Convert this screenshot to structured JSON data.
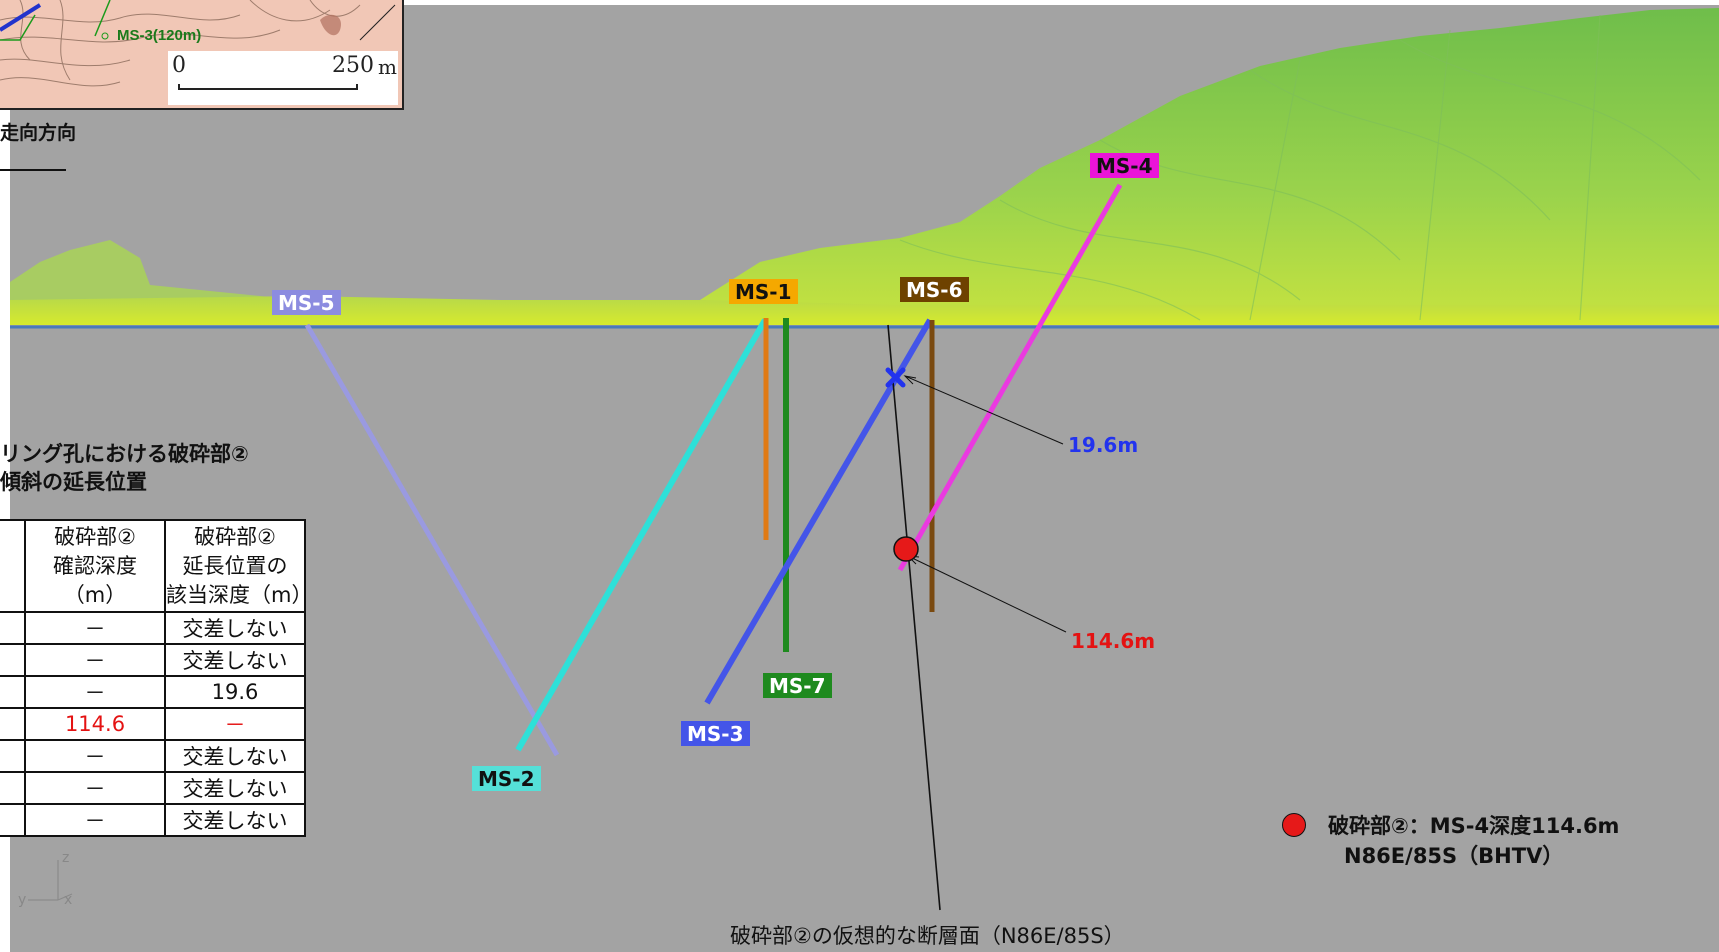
{
  "map_inset": {
    "well_label": "MS-3(120m)",
    "scale_zero": "0",
    "scale_max": "250",
    "scale_unit": "m"
  },
  "strike_label": "走向方向",
  "table": {
    "title_line1": "リング孔における破砕部②",
    "title_line2": "傾斜の延長位置",
    "headers": [
      "",
      "破砕部②\n確認深度\n（m）",
      "破砕部②\n延長位置の\n該当深度（m）"
    ],
    "rows": [
      [
        "",
        "－",
        "交差しない"
      ],
      [
        "",
        "－",
        "交差しない"
      ],
      [
        "",
        "－",
        "19.6"
      ],
      [
        "",
        "114.6",
        "－"
      ],
      [
        "",
        "－",
        "交差しない"
      ],
      [
        "",
        "－",
        "交差しない"
      ],
      [
        "",
        "－",
        "交差しない"
      ]
    ]
  },
  "wells": [
    {
      "name": "MS-5",
      "color": "#9a9ae0"
    },
    {
      "name": "MS-1",
      "color": "#f5a800"
    },
    {
      "name": "MS-6",
      "color": "#6e4200"
    },
    {
      "name": "MS-4",
      "color": "#ea14d8"
    },
    {
      "name": "MS-7",
      "color": "#1e8a1e"
    },
    {
      "name": "MS-3",
      "color": "#4455e8"
    },
    {
      "name": "MS-2",
      "color": "#55e0d8"
    }
  ],
  "annotations": {
    "depth_blue": "19.6m",
    "depth_red": "114.6m"
  },
  "legend": {
    "line1": "破砕部②：MS-4深度114.6m",
    "line2": "N86E/85S（BHTV）"
  },
  "fault_caption": "破砕部②の仮想的な断層面（N86E/85S）",
  "axes": {
    "z": "z",
    "x": "x",
    "y": "y"
  },
  "colors": {
    "background": "#a3a3a3",
    "terrain_green": "#8fd24a",
    "red_marker": "#e61919",
    "blue_marker": "#2233ee"
  }
}
